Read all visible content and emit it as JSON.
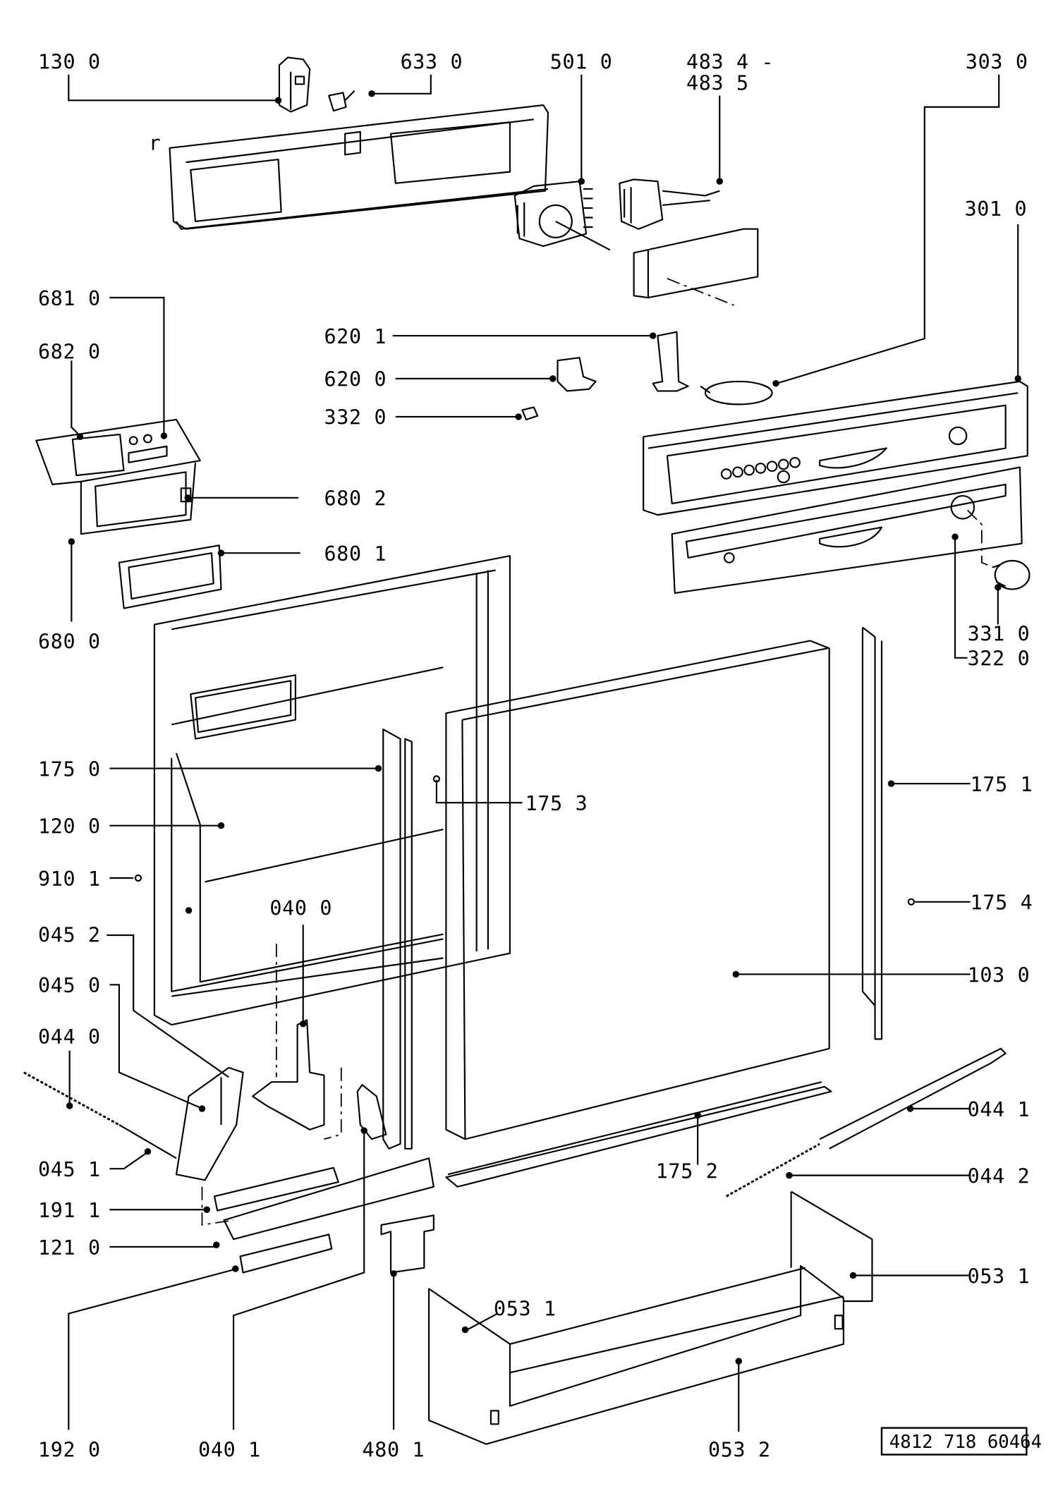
{
  "diagram": {
    "title": "Dishwasher door and control panel exploded parts diagram",
    "document_number": "4812 718 60464",
    "callouts": [
      {
        "id": "130-0",
        "label": "130  0"
      },
      {
        "id": "633-0",
        "label": "633  0"
      },
      {
        "id": "501-0",
        "label": "501  0"
      },
      {
        "id": "483-4",
        "label": "483  4 -"
      },
      {
        "id": "483-5",
        "label": "483  5"
      },
      {
        "id": "303-0",
        "label": "303  0"
      },
      {
        "id": "301-0",
        "label": "301  0"
      },
      {
        "id": "681-0",
        "label": "681  0"
      },
      {
        "id": "682-0",
        "label": "682  0"
      },
      {
        "id": "620-1",
        "label": "620  1"
      },
      {
        "id": "620-0",
        "label": "620  0"
      },
      {
        "id": "332-0",
        "label": "332  0"
      },
      {
        "id": "680-2",
        "label": "680  2"
      },
      {
        "id": "680-1",
        "label": "680  1"
      },
      {
        "id": "680-0",
        "label": "680  0"
      },
      {
        "id": "331-0",
        "label": "331  0"
      },
      {
        "id": "322-0",
        "label": "322  0"
      },
      {
        "id": "175-0",
        "label": "175  0"
      },
      {
        "id": "175-3",
        "label": "175  3"
      },
      {
        "id": "175-1",
        "label": "175  1"
      },
      {
        "id": "120-0",
        "label": "120  0"
      },
      {
        "id": "910-1",
        "label": "910  1"
      },
      {
        "id": "040-0",
        "label": "040  0"
      },
      {
        "id": "175-4",
        "label": "175  4"
      },
      {
        "id": "045-2",
        "label": "045  2"
      },
      {
        "id": "045-0",
        "label": "045  0"
      },
      {
        "id": "103-0",
        "label": "103  0"
      },
      {
        "id": "044-0",
        "label": "044  0"
      },
      {
        "id": "044-1",
        "label": "044  1"
      },
      {
        "id": "045-1",
        "label": "045  1"
      },
      {
        "id": "175-2",
        "label": "175  2"
      },
      {
        "id": "044-2",
        "label": "044  2"
      },
      {
        "id": "191-1",
        "label": "191 1"
      },
      {
        "id": "121-0",
        "label": "121  0"
      },
      {
        "id": "053-1a",
        "label": "053  1"
      },
      {
        "id": "053-1b",
        "label": "053 1"
      },
      {
        "id": "192-0",
        "label": "192  0"
      },
      {
        "id": "040-1",
        "label": "040  1"
      },
      {
        "id": "480-1",
        "label": "480  1"
      },
      {
        "id": "053-2",
        "label": "053  2"
      }
    ],
    "misc_marks": {
      "r_mark": "r"
    }
  }
}
